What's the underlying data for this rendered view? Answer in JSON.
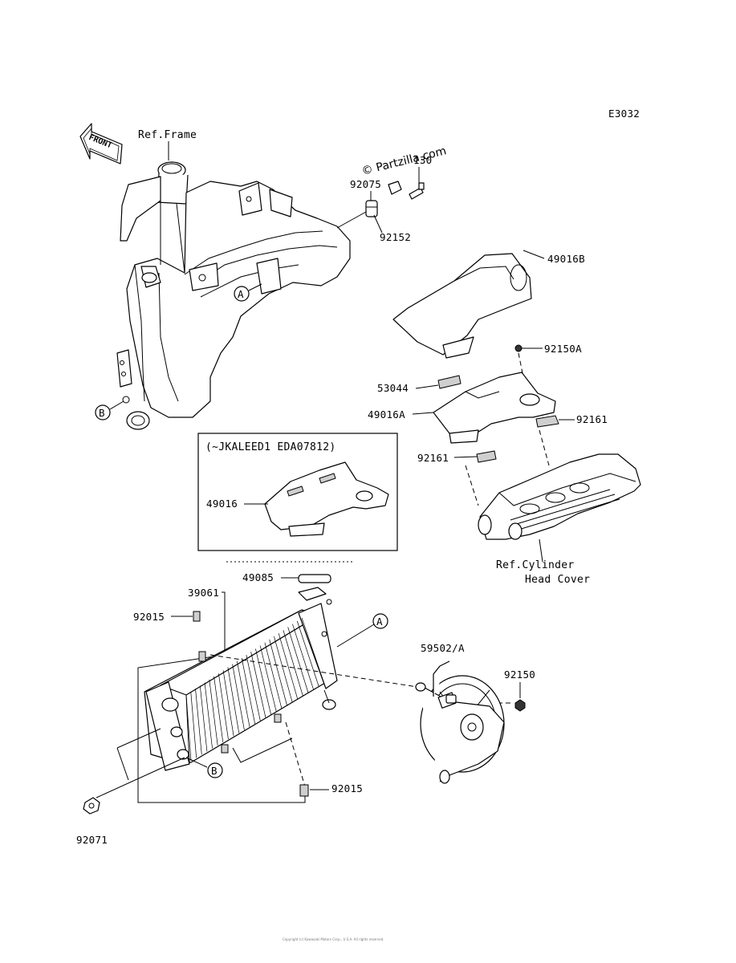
{
  "diagram_code": "E3032",
  "watermark": "© Partzilla.com",
  "front_label": "FRONT",
  "footer_text": "Copyright (c) Kawasaki Motors Corp., U.S.A. All rights reserved.",
  "ref_labels": {
    "frame": "Ref.Frame",
    "cylinder_head_line1": "Ref.Cylinder",
    "cylinder_head_line2": "Head Cover"
  },
  "inset_caption": "(~JKALEED1 EDA07812)",
  "callout_letters": {
    "a1": "A",
    "b1": "B",
    "a2": "A",
    "b2": "B"
  },
  "parts": {
    "p130": "130",
    "p92075": "92075",
    "p92152": "92152",
    "p49016B": "49016B",
    "p92150A": "92150A",
    "p53044": "53044",
    "p49016A": "49016A",
    "p92161a": "92161",
    "p92161b": "92161",
    "p49016": "49016",
    "p49085": "49085",
    "p39061": "39061",
    "p92015a": "92015",
    "p59502": "59502/A",
    "p92150": "92150",
    "p92015b": "92015",
    "p92071": "92071"
  }
}
